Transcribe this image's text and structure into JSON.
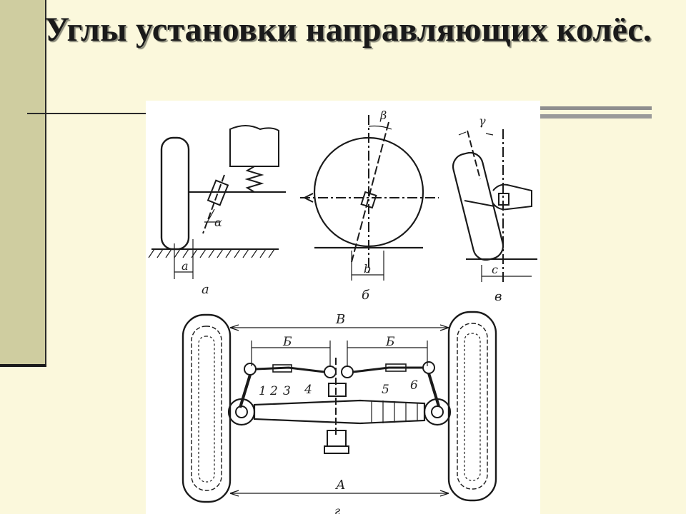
{
  "slide": {
    "title": "Углы установки направляющих колёс."
  },
  "figure": {
    "top_views": {
      "a": {
        "caption": "а",
        "dim": "a",
        "angle": "α"
      },
      "b": {
        "caption": "б",
        "dim": "b",
        "angle": "β"
      },
      "c": {
        "caption": "в",
        "dim": "c",
        "angle": "γ"
      }
    },
    "bottom_view": {
      "caption": "г",
      "dim_top": "В",
      "dim_bottom": "А",
      "dim_left": "Б",
      "dim_right": "Б",
      "part_numbers": [
        "1",
        "2",
        "3",
        "4",
        "5",
        "6"
      ]
    }
  },
  "colors": {
    "background": "#fbf8dc",
    "sidebar": "#cfcda0",
    "figure_background": "#ffffff",
    "ink": "#1a1a1a"
  }
}
